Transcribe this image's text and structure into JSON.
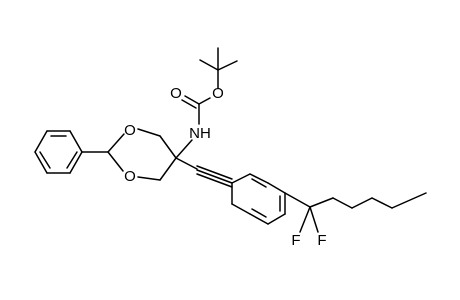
{
  "molecule": {
    "atoms": {
      "O_carbonyl": "O",
      "O_ester": "O",
      "N_amide": "NH",
      "O_ring_top": "O",
      "O_ring_bottom": "O",
      "F_left": "F",
      "F_right": "F"
    },
    "colors": {
      "bond": "#000000",
      "label": "#000000",
      "background": "#ffffff"
    }
  }
}
